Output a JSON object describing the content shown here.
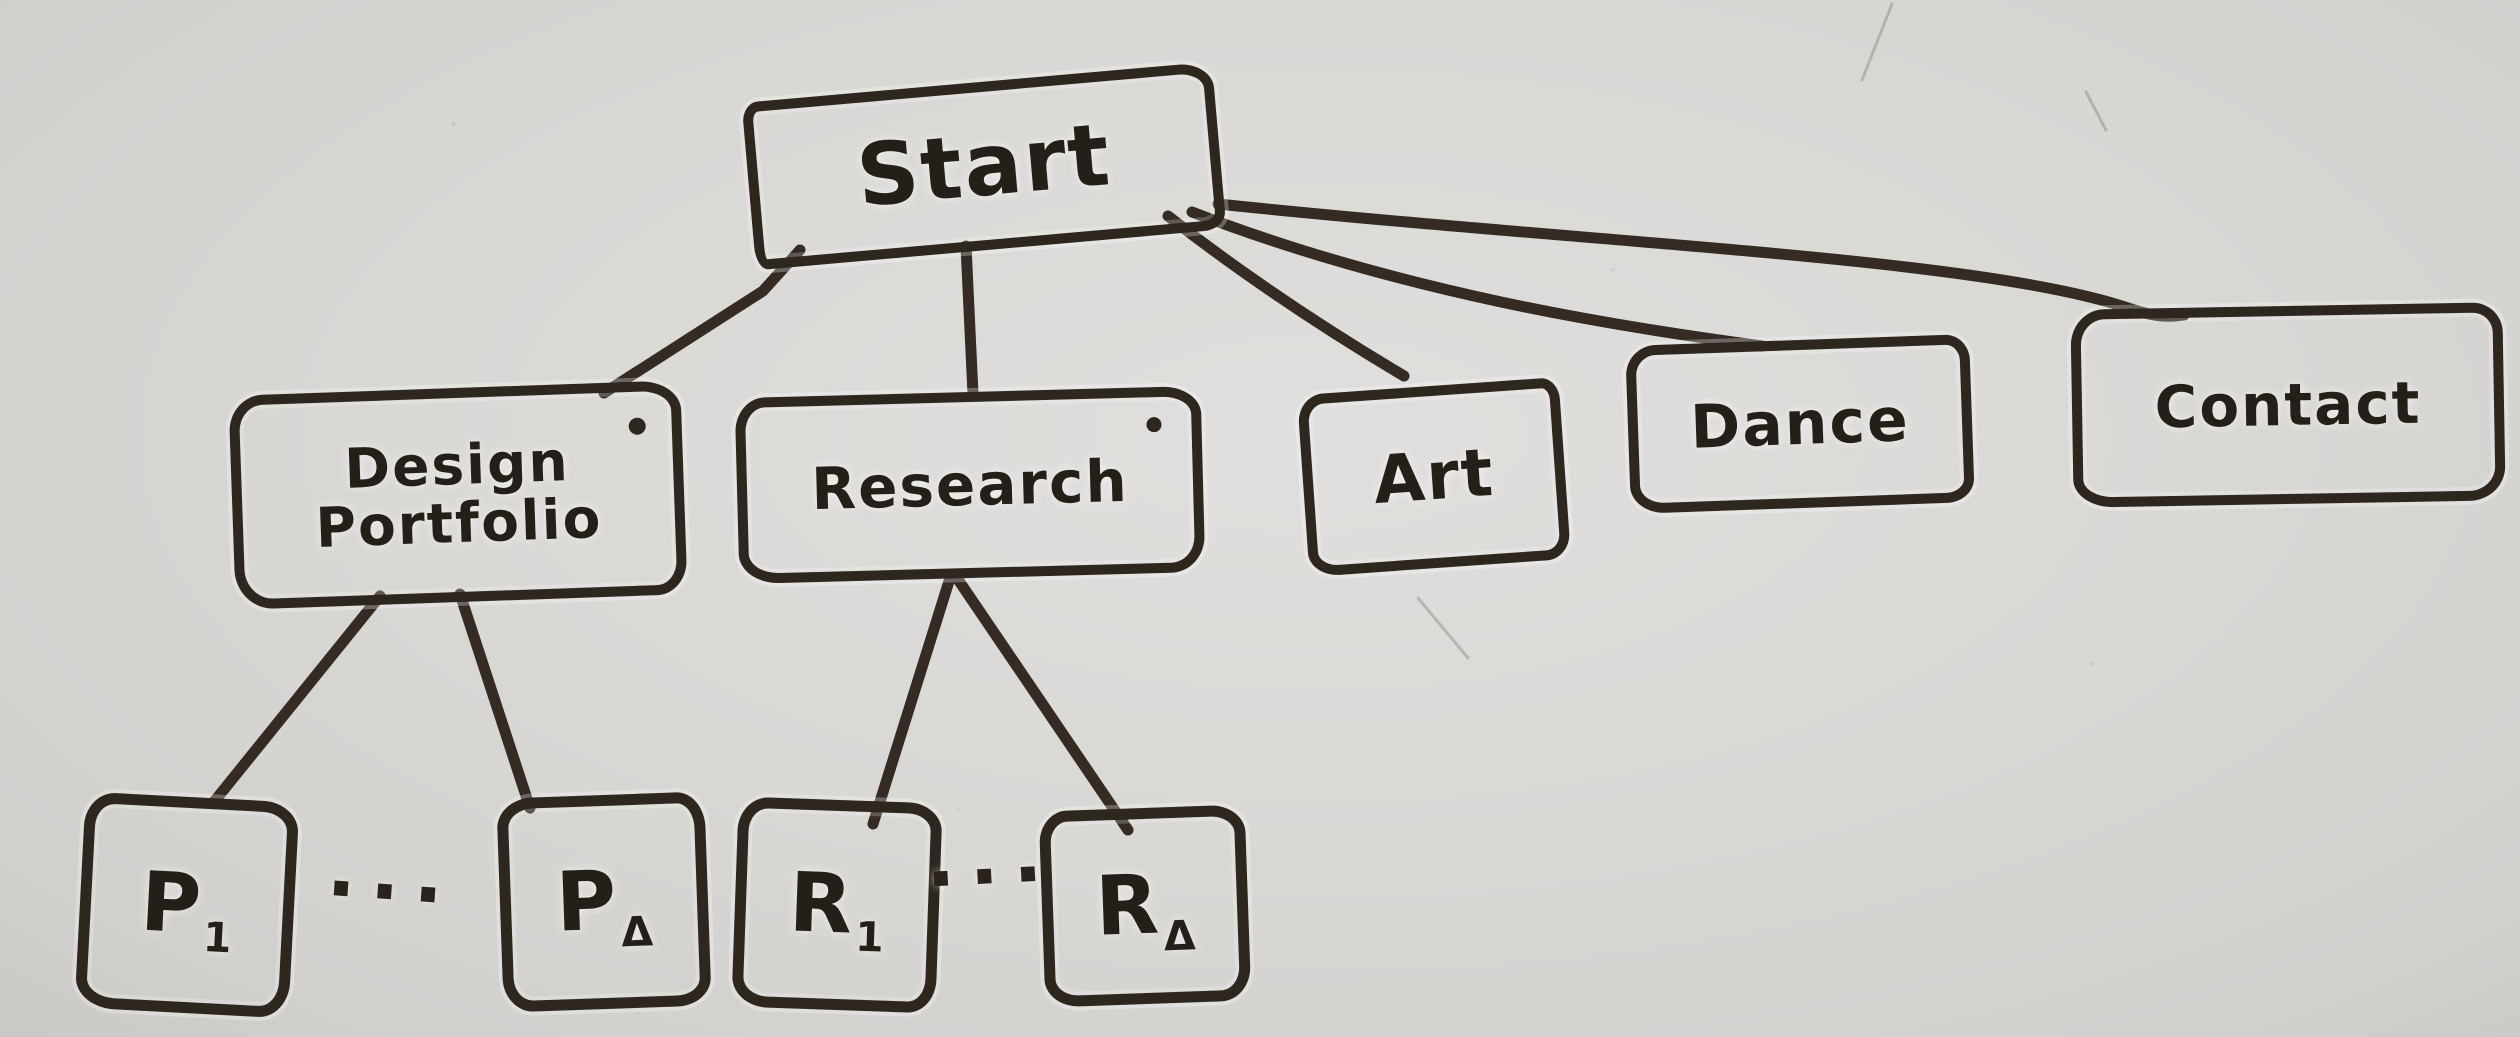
{
  "meta": {
    "description": "Hand-drawn website sitemap tree diagram on a whiteboard"
  },
  "diagram": {
    "type": "tree",
    "nodes": {
      "start": {
        "label": "Start"
      },
      "design_portfolio": {
        "line1": "Design",
        "line2": "Portfolio"
      },
      "research": {
        "label": "Research"
      },
      "art": {
        "label": "Art"
      },
      "dance": {
        "label": "Dance"
      },
      "contact": {
        "label": "Contact"
      },
      "p_first": {
        "base": "P",
        "sub": "1"
      },
      "p_last": {
        "base": "P",
        "sub": "Δ"
      },
      "r_first": {
        "base": "R",
        "sub": "1"
      },
      "r_last": {
        "base": "R",
        "sub": "Δ"
      }
    },
    "ellipsis": {
      "portfolio_group": "···",
      "research_group": "···"
    },
    "edges": [
      [
        "start",
        "design_portfolio"
      ],
      [
        "start",
        "research"
      ],
      [
        "start",
        "art"
      ],
      [
        "start",
        "dance"
      ],
      [
        "start",
        "contact"
      ],
      [
        "design_portfolio",
        "p_first"
      ],
      [
        "design_portfolio",
        "p_last"
      ],
      [
        "research",
        "r_first"
      ],
      [
        "research",
        "r_last"
      ]
    ],
    "colors": {
      "marker": "#2e2720",
      "whiteboard": "#d8d7d4"
    }
  }
}
